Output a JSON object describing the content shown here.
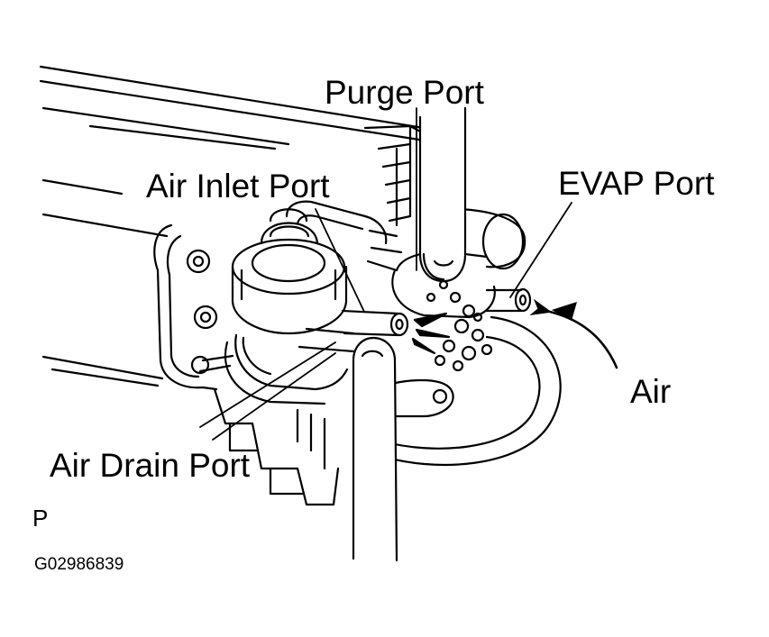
{
  "labels": {
    "purge_port": "Purge Port",
    "air_inlet_port": "Air Inlet Port",
    "evap_port": "EVAP Port",
    "air": "Air",
    "air_drain_port": "Air Drain Port",
    "view_letter": "P",
    "figure_id": "G02986839"
  },
  "colors": {
    "ink": "#000000",
    "paper": "#ffffff"
  }
}
